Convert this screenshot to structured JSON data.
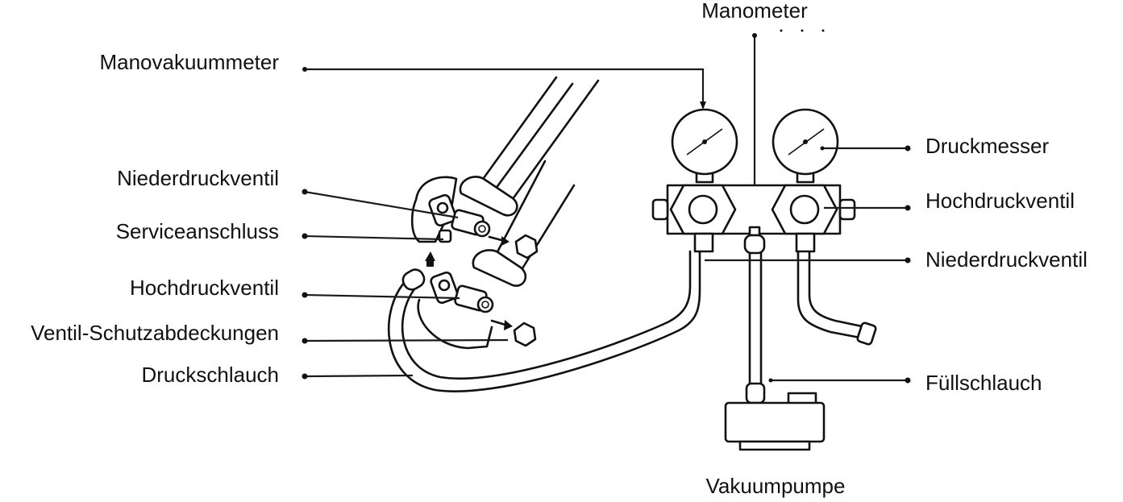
{
  "labels": {
    "manometer": "Manometer",
    "manovakuummeter": "Manovakuummeter",
    "druckmesser": "Druckmesser",
    "niederdruckventil_left": "Niederdruckventil",
    "hochdruckventil_right": "Hochdruckventil",
    "serviceanschluss": "Serviceanschluss",
    "niederdruckventil_right": "Niederdruckventil",
    "hochdruckventil_left": "Hochdruckventil",
    "ventil_schutzabdeckungen": "Ventil-Schutzabdeckungen",
    "druckschlauch": "Druckschlauch",
    "fuellschlauch": "Füllschlauch",
    "vakuumpumpe": "Vakuumpumpe"
  }
}
